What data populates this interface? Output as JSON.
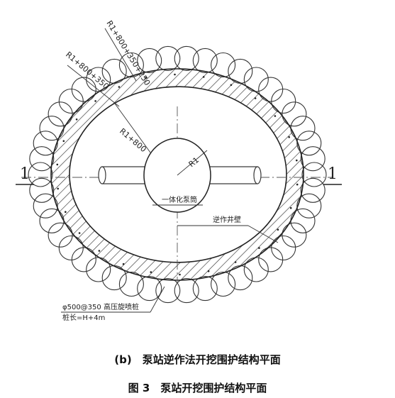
{
  "figure": {
    "labels": {
      "r_outer": "R1+800+350+250",
      "r_mid": "R1+800+350",
      "r_wall": "R1+800",
      "r_inner": "R1",
      "pump_barrel": "一体化泵筒",
      "well_wall": "逆作井壁",
      "pile_spec": "φ500@350 高压旋喷桩",
      "pile_length": "桩长=H+4m",
      "section_left": "1",
      "section_right": "1"
    }
  },
  "caption": {
    "sub": "(b)　泵站逆作法开挖围护结构平面",
    "main": "图 3　泵站开挖围护结构平面"
  }
}
